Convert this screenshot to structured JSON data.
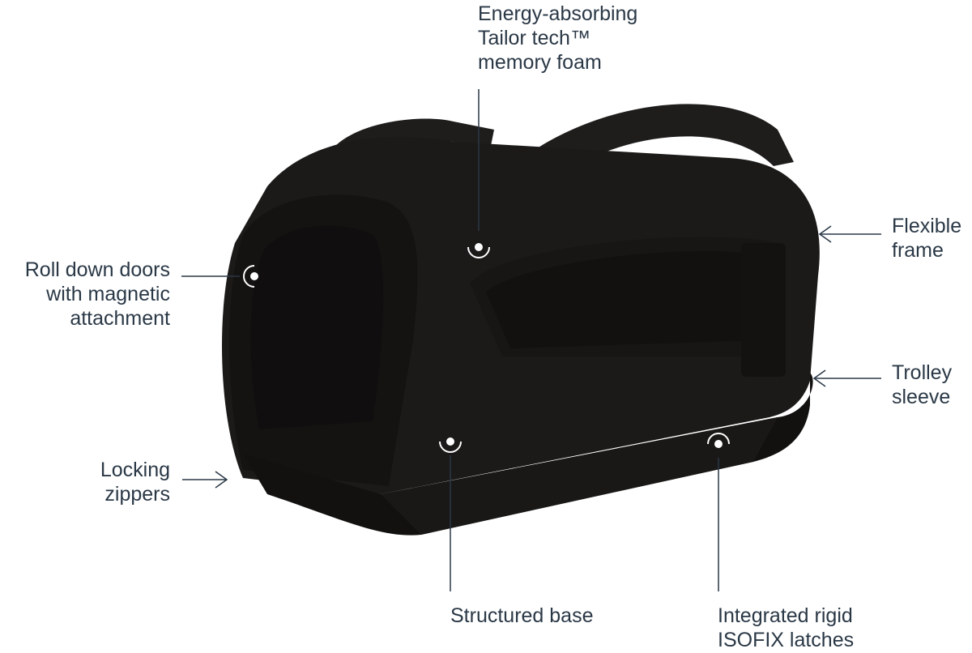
{
  "colors": {
    "text": "#2a3846",
    "line": "#2a3846",
    "bag": "#1c1a19",
    "marker": "#ffffff"
  },
  "callouts": {
    "foam": {
      "lines": [
        "Energy-absorbing",
        "Tailor tech™",
        "memory foam"
      ],
      "marker": "dot-ring"
    },
    "doors": {
      "lines": [
        "Roll down doors",
        "with magnetic",
        "attachment"
      ],
      "marker": "dot-ring"
    },
    "frame": {
      "lines": [
        "Flexible",
        "frame"
      ],
      "marker": "arrow"
    },
    "trolley": {
      "lines": [
        "Trolley",
        "sleeve"
      ],
      "marker": "arrow"
    },
    "zippers": {
      "lines": [
        "Locking",
        "zippers"
      ],
      "marker": "arrow"
    },
    "base": {
      "lines": [
        "Structured base"
      ],
      "marker": "dot-ring"
    },
    "isofix": {
      "lines": [
        "Integrated rigid",
        "ISOFIX latches"
      ],
      "marker": "dot-ring"
    }
  }
}
